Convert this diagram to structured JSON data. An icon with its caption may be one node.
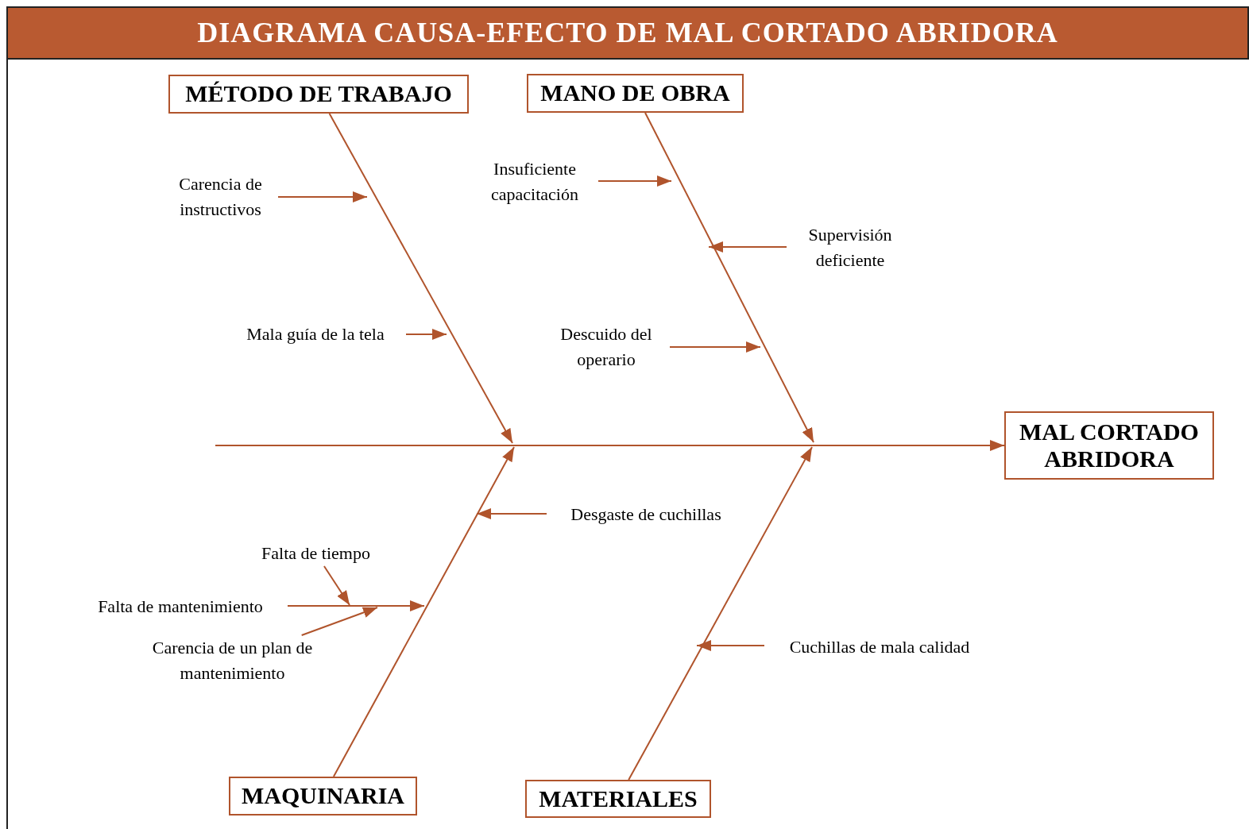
{
  "diagram": {
    "title": "DIAGRAMA CAUSA-EFECTO DE MAL CORTADO ABRIDORA",
    "nodes": [
      {
        "text": [
          "MÉTODO DE TRABAJO"
        ]
      },
      {
        "text": [
          "MANO DE OBRA"
        ]
      },
      {
        "text": [
          "MAQUINARIA"
        ]
      },
      {
        "text": [
          "MATERIALES"
        ]
      },
      {
        "text": [
          "MAL CORTADO ABRIDORA"
        ]
      },
      {
        "text": [
          "Carencia de instructivos"
        ]
      },
      {
        "text": [
          "Mala guía de la tela"
        ]
      },
      {
        "text": [
          "Insuficiente capacitación"
        ]
      },
      {
        "text": [
          "Supervisión deficiente"
        ]
      },
      {
        "text": [
          "Descuido del operario"
        ]
      },
      {
        "text": [
          "Desgaste de cuchillas"
        ]
      },
      {
        "text": [
          "Falta de tiempo"
        ]
      },
      {
        "text": [
          "Falta de mantenimiento"
        ]
      },
      {
        "text": [
          "Carencia de un plan de mantenimiento"
        ]
      },
      {
        "text": [
          "Cuchillas de mala calidad"
        ]
      }
    ],
    "edges": [
      {
        "from": null,
        "to": 4,
        "arrow": "to"
      },
      {
        "from": 0,
        "to": null,
        "arrow": "to"
      },
      {
        "from": 1,
        "to": null,
        "arrow": "to"
      },
      {
        "from": 2,
        "to": null,
        "arrow": "to"
      },
      {
        "from": 3,
        "to": null,
        "arrow": "to"
      },
      {
        "from": 5,
        "to": null,
        "arrow": "to"
      },
      {
        "from": 6,
        "to": null,
        "arrow": "to"
      },
      {
        "from": 7,
        "to": null,
        "arrow": "to"
      },
      {
        "from": 8,
        "to": null,
        "arrow": "to"
      },
      {
        "from": 9,
        "to": null,
        "arrow": "to"
      },
      {
        "from": 10,
        "to": null,
        "arrow": "to"
      },
      {
        "from": 11,
        "to": null,
        "arrow": "to"
      },
      {
        "from": 12,
        "to": null,
        "arrow": "to"
      },
      {
        "from": 13,
        "to": null,
        "arrow": "to"
      },
      {
        "from": 14,
        "to": null,
        "arrow": "to"
      }
    ]
  }
}
